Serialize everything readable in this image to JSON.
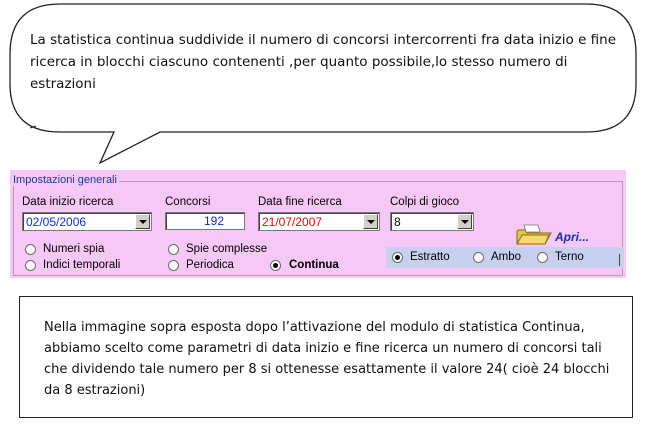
{
  "bubble": {
    "text": "La statistica continua suddivide il numero di concorsi intercorrenti fra data inizio e fine ricerca in blocchi ciascuno contenenti ,per quanto possibile,lo stesso numero di estrazioni"
  },
  "panel": {
    "group_title": "Impostazioni generali",
    "data_inizio": {
      "label": "Data inizio ricerca",
      "value": "02/05/2006"
    },
    "concorsi": {
      "label": "Concorsi",
      "value": "192"
    },
    "data_fine": {
      "label": "Data fine ricerca",
      "value": "21/07/2007"
    },
    "colpi": {
      "label": "Colpi di gioco",
      "value": "8"
    },
    "apri_label": "Apri...",
    "stat_options": [
      {
        "label": "Numeri spia",
        "selected": false
      },
      {
        "label": "Spie complesse",
        "selected": false
      },
      {
        "label": "Indici temporali",
        "selected": false
      },
      {
        "label": "Periodica",
        "selected": false
      },
      {
        "label": "Continua",
        "selected": true
      }
    ],
    "sorte_options": [
      {
        "label": "Estratto",
        "selected": true
      },
      {
        "label": "Ambo",
        "selected": false
      },
      {
        "label": "Terno",
        "selected": false
      }
    ]
  },
  "note": {
    "text": "Nella immagine sopra esposta dopo l’attivazione del modulo di statistica Continua, abbiamo scelto come parametri di data inizio e fine ricerca un numero di concorsi tali che dividendo tale numero per 8 si ottenesse esattamente il valore 24( cioè 24 blocchi da 8 estrazioni)"
  },
  "colors": {
    "panel_bg": "#f6c8f6",
    "date_start_color": "#1030c0",
    "date_end_color": "#d01010",
    "legend_color": "#1c3c9c"
  }
}
